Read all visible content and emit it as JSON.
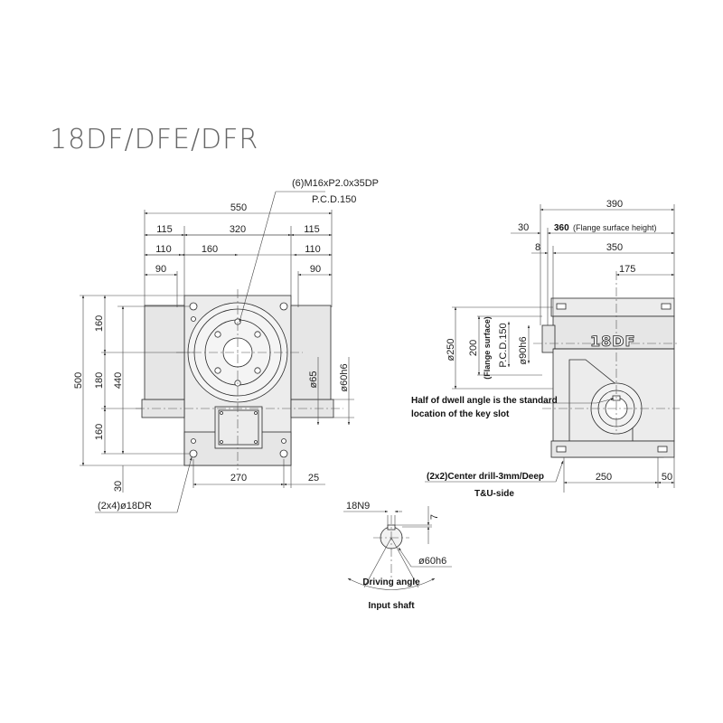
{
  "title": "18DF/DFE/DFR",
  "front_view": {
    "mount_note_line1": "(6)M16xP2.0x35DP",
    "mount_note_line2": "P.C.D.150",
    "dim_550": "550",
    "dim_115_left": "115",
    "dim_320": "320",
    "dim_115_right": "115",
    "dim_110_left": "110",
    "dim_160_top": "160",
    "dim_110_right": "110",
    "dim_90_left": "90",
    "dim_90_right": "90",
    "dim_500": "500",
    "dim_160_upper": "160",
    "dim_180": "180",
    "dim_440": "440",
    "dim_160_lower": "160",
    "dim_30": "30",
    "dim_phi65": "ø65",
    "dim_phi60h6": "ø60h6",
    "dim_270": "270",
    "dim_25": "25",
    "hole_note": "(2x4)ø18DR"
  },
  "side_view": {
    "dim_390": "390",
    "dim_30": "30",
    "dim_360_value": "360",
    "dim_360_note": "(Flange surface height)",
    "dim_8": "8",
    "dim_350": "350",
    "dim_175": "175",
    "dim_phi250": "ø250",
    "dim_200": "200",
    "dim_flange_surface": "(Flange surface)",
    "dim_pcd150": "P.C.D.150",
    "dim_phi90h6": "ø90h6",
    "model_emboss": "18DF",
    "key_note_line1": "Half of dwell angle is the standard",
    "key_note_line2": "location of the key slot",
    "center_drill_note": "(2x2)Center drill-3mm/Deep",
    "dim_250": "250",
    "dim_50": "50",
    "side_label": "T&U-side"
  },
  "input_shaft": {
    "dim_18N9": "18N9",
    "dim_7": "7",
    "dim_phi60h6": "ø60h6",
    "angle_label": "Driving angle",
    "caption": "Input shaft"
  }
}
